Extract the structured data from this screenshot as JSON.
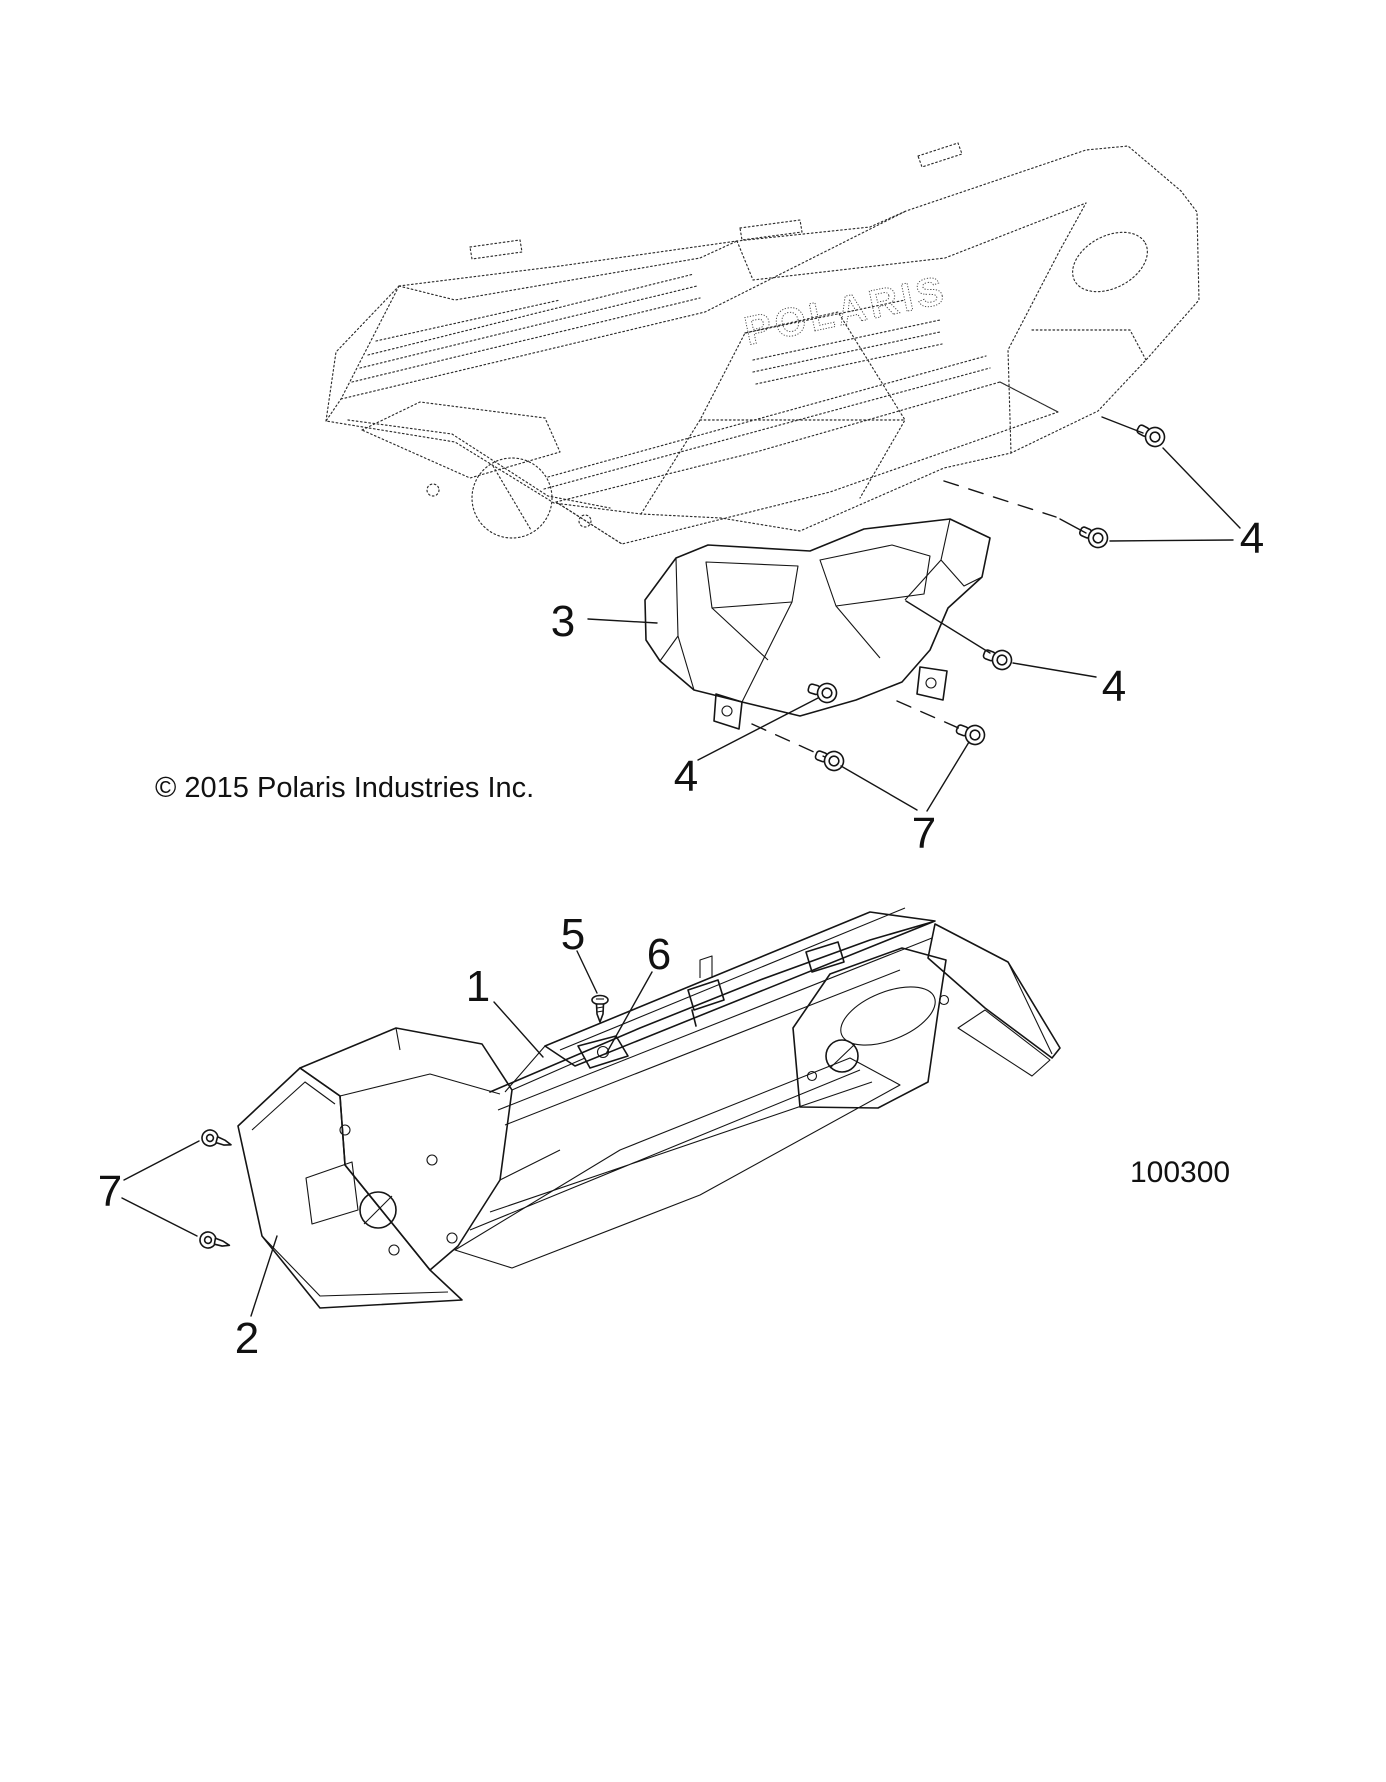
{
  "copyright": "© 2015 Polaris Industries Inc.",
  "drawing_number": "100300",
  "brand_text": "POLARIS",
  "callouts": {
    "c1": {
      "label": "1"
    },
    "c2": {
      "label": "2"
    },
    "c3": {
      "label": "3"
    },
    "c4_top": {
      "label": "4"
    },
    "c4_right": {
      "label": "4"
    },
    "c4_bottom": {
      "label": "4"
    },
    "c5": {
      "label": "5"
    },
    "c6": {
      "label": "6"
    },
    "c7_mid": {
      "label": "7"
    },
    "c7_left": {
      "label": "7"
    }
  },
  "colors": {
    "line": "#151515",
    "background": "#ffffff"
  }
}
